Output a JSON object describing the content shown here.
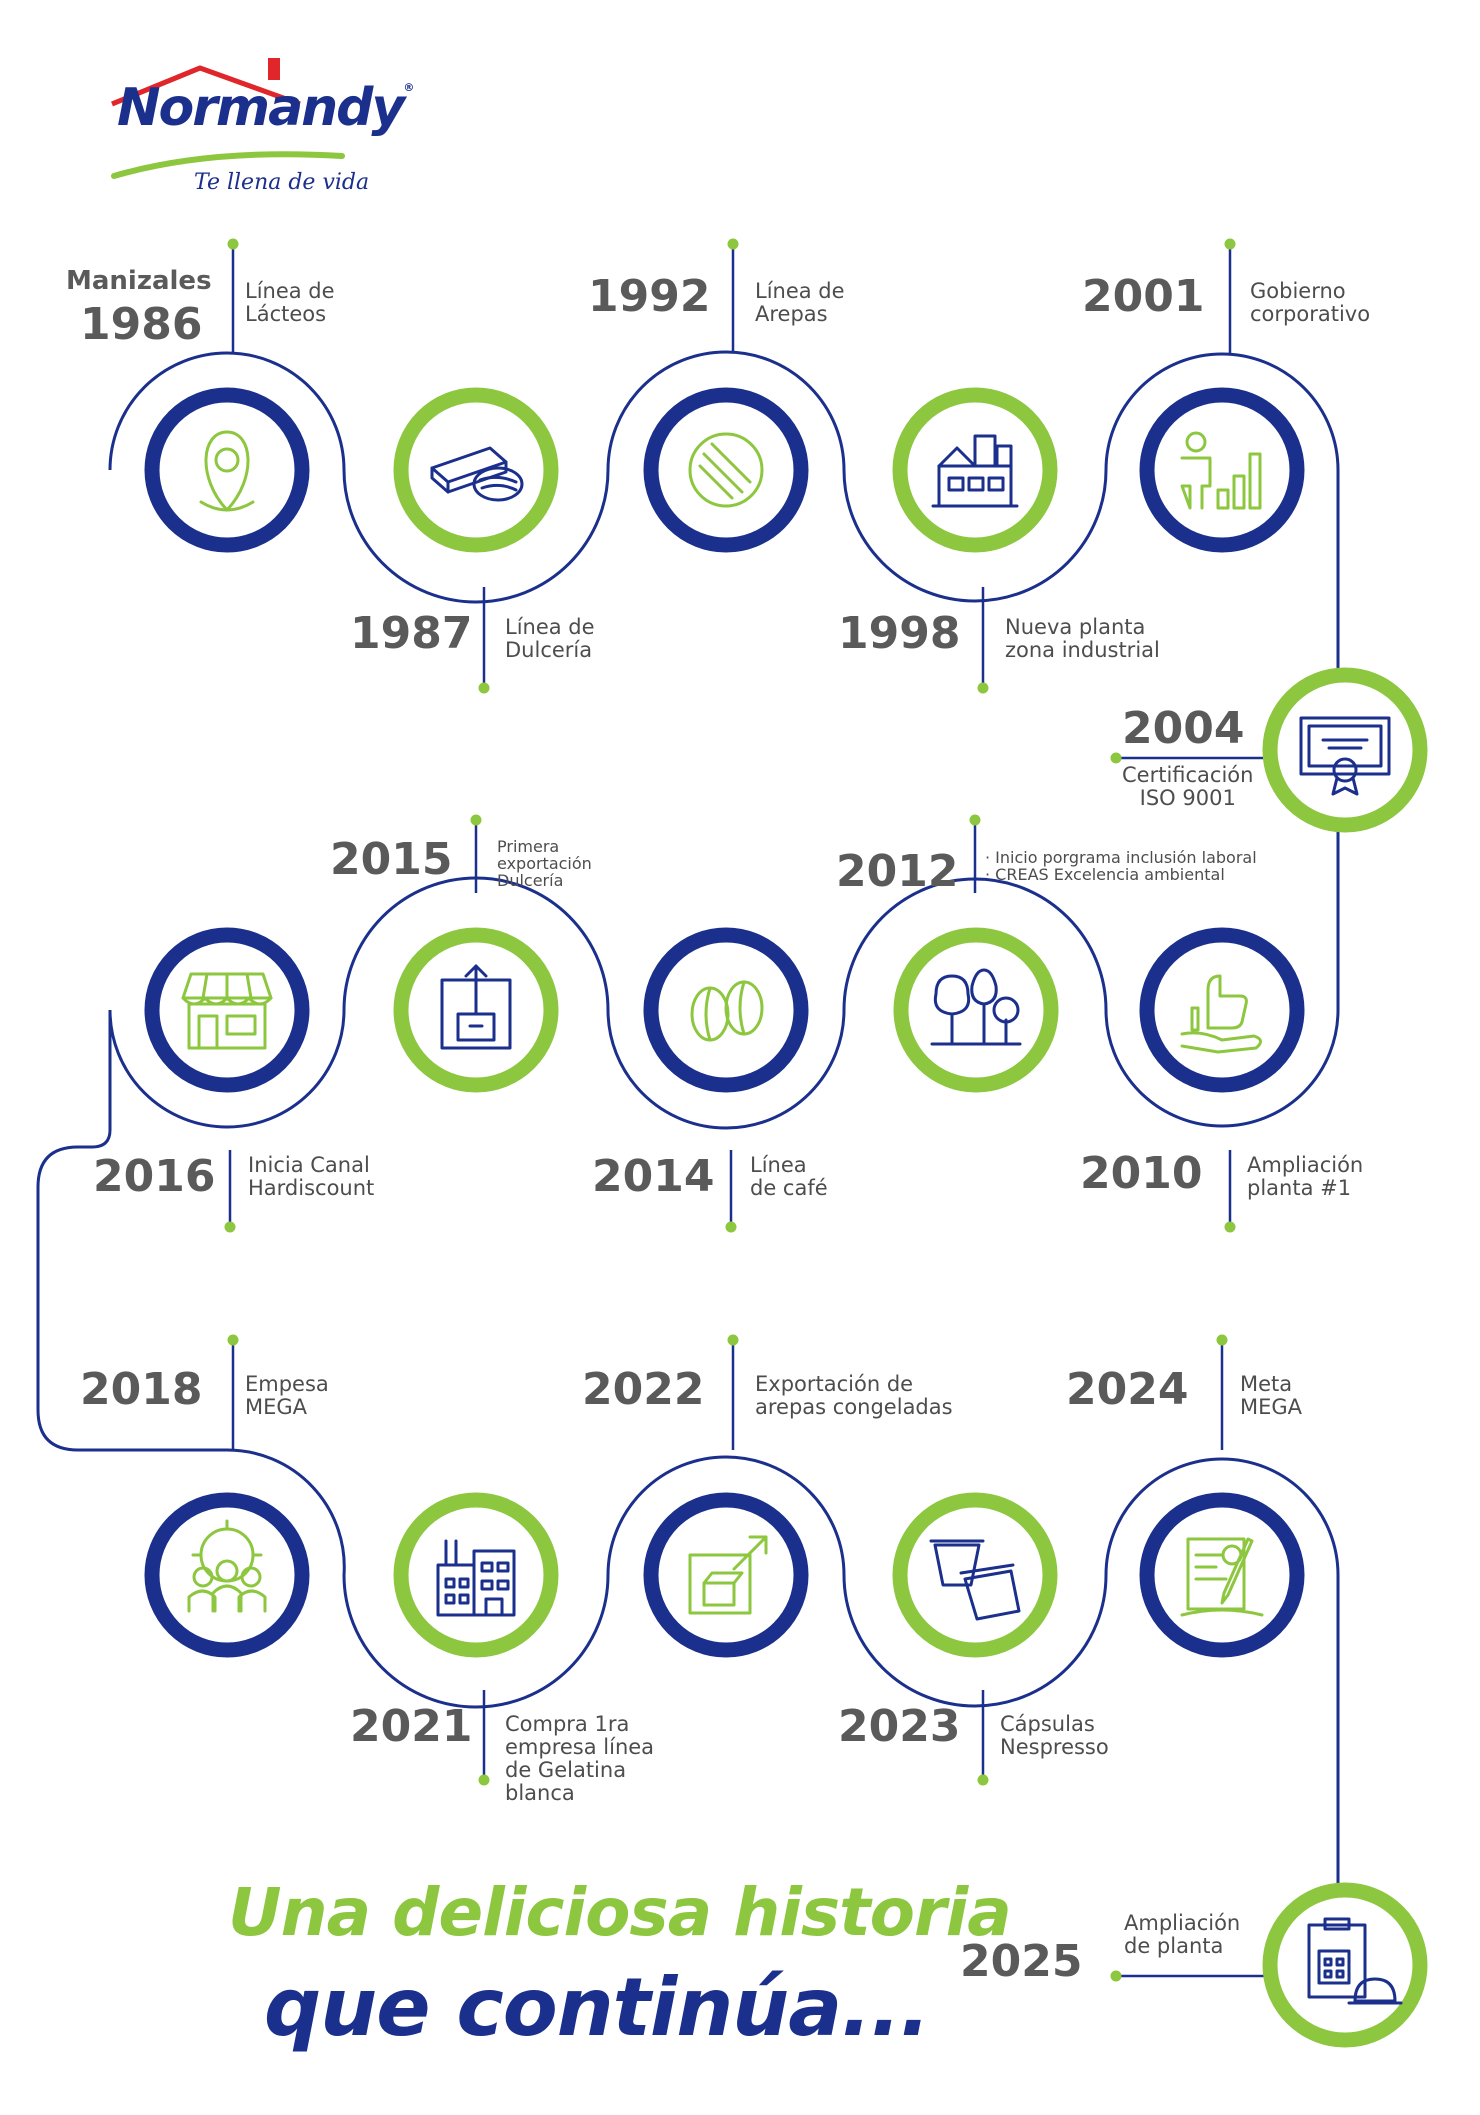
{
  "brand": {
    "name": "Normandy",
    "registered": "®",
    "tagline": "Te llena de vida",
    "colors": {
      "navy": "#1b2f8c",
      "green": "#8dc63f",
      "gray": "#5a5a5a"
    }
  },
  "milestones": [
    {
      "city": "Manizales",
      "year": "1986",
      "lines": [
        "Línea de",
        "Lácteos"
      ],
      "icon": "location-pin-icon",
      "ring": "navy"
    },
    {
      "year": "1987",
      "lines": [
        "Línea de",
        "Dulcería"
      ],
      "icon": "candy-bar-icon",
      "ring": "green"
    },
    {
      "year": "1992",
      "lines": [
        "Línea de",
        "Arepas"
      ],
      "icon": "arepa-icon",
      "ring": "navy"
    },
    {
      "year": "1998",
      "lines": [
        "Nueva planta",
        "zona industrial"
      ],
      "icon": "factory-icon",
      "ring": "green"
    },
    {
      "year": "2001",
      "lines": [
        "Gobierno",
        "corporativo"
      ],
      "icon": "person-growth-chart-icon",
      "ring": "navy"
    },
    {
      "year": "2004",
      "lines": [
        "Certificación",
        "ISO 9001"
      ],
      "icon": "certificate-icon",
      "ring": "green"
    },
    {
      "year": "2010",
      "lines": [
        "Ampliación",
        "planta #1"
      ],
      "icon": "thumbs-up-hand-icon",
      "ring": "navy"
    },
    {
      "year": "2012",
      "bullets": [
        "Inicio porgrama inclusión laboral",
        "CREAS Excelencia ambiental"
      ],
      "icon": "trees-icon",
      "ring": "green"
    },
    {
      "year": "2014",
      "lines": [
        "Línea",
        "de café"
      ],
      "icon": "coffee-beans-icon",
      "ring": "navy"
    },
    {
      "year": "2015",
      "lines": [
        "Primera",
        "exportación",
        "Dulcería"
      ],
      "icon": "export-box-icon",
      "ring": "green"
    },
    {
      "year": "2016",
      "lines": [
        "Inicia Canal",
        "Hardiscount"
      ],
      "icon": "storefront-icon",
      "ring": "navy"
    },
    {
      "year": "2018",
      "lines": [
        "Empesa",
        "MEGA"
      ],
      "icon": "team-gear-icon",
      "ring": "navy"
    },
    {
      "year": "2021",
      "lines": [
        "Compra 1ra",
        "empresa línea",
        "de Gelatina",
        "blanca"
      ],
      "icon": "factory-building-icon",
      "ring": "green"
    },
    {
      "year": "2022",
      "lines": [
        "Exportación de",
        "arepas congeladas"
      ],
      "icon": "export-growth-icon",
      "ring": "navy"
    },
    {
      "year": "2023",
      "lines": [
        "Cápsulas",
        "Nespresso"
      ],
      "icon": "coffee-capsules-icon",
      "ring": "green"
    },
    {
      "year": "2024",
      "lines": [
        "Meta",
        "MEGA"
      ],
      "icon": "document-signature-icon",
      "ring": "navy"
    },
    {
      "year": "2025",
      "lines": [
        "Ampliación",
        "de planta"
      ],
      "icon": "plant-expansion-icon",
      "ring": "green"
    }
  ],
  "closing": {
    "line1": "Una deliciosa historia",
    "line2": "que continúa..."
  }
}
